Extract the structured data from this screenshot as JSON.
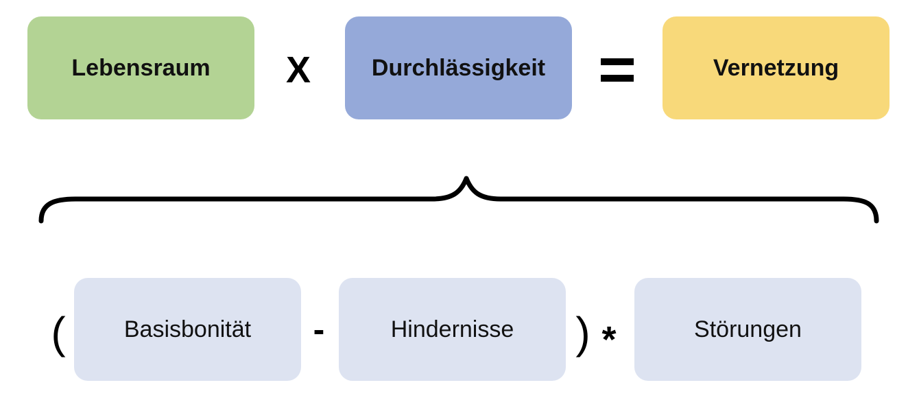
{
  "formula": {
    "habitat": {
      "label": "Lebensraum",
      "color": "#b3d394"
    },
    "times_symbol": "X",
    "permeability": {
      "label": "Durchlässigkeit",
      "color": "#95a9d9"
    },
    "equals_symbol": "=",
    "connectivity": {
      "label": "Vernetzung",
      "color": "#f8d97a"
    }
  },
  "breakdown": {
    "open_paren": "(",
    "base_quality": {
      "label": "Basisbonität",
      "color": "#dde3f1"
    },
    "minus_symbol": "-",
    "obstacles": {
      "label": "Hindernisse",
      "color": "#dde3f1"
    },
    "close_paren": ")",
    "multiply_symbol": "*",
    "disturbances": {
      "label": "Störungen",
      "color": "#dde3f1"
    }
  }
}
